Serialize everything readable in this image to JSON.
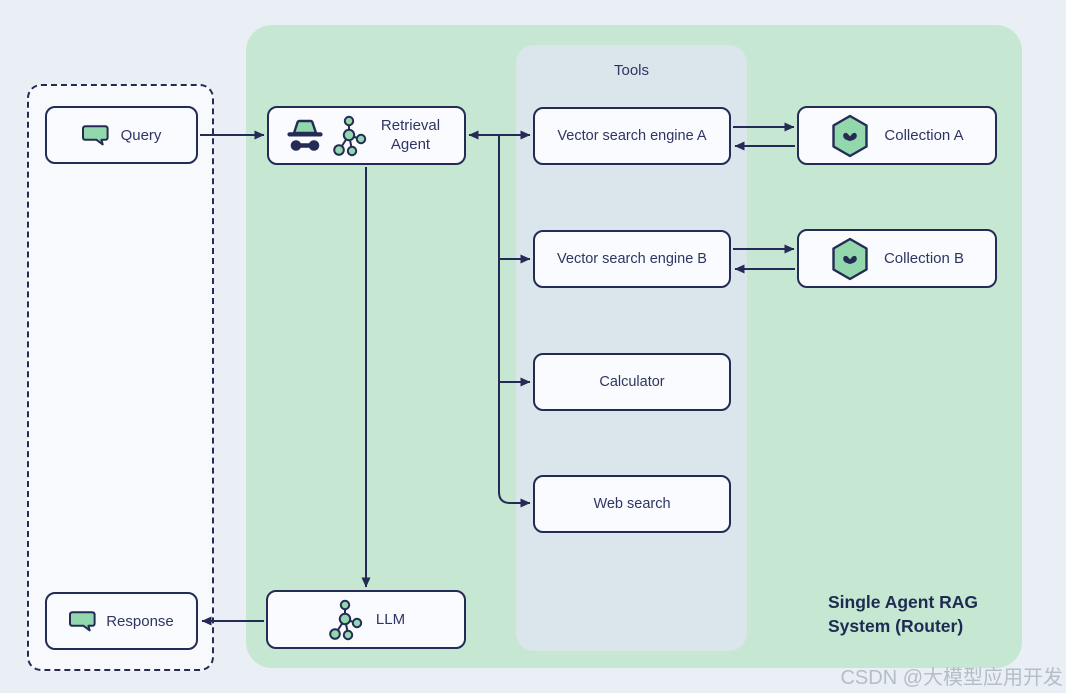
{
  "colors": {
    "background": "#e9eff4",
    "agent_panel_green": "#c6e7d2",
    "tools_panel_blue": "#dbe5ec",
    "node_fill": "#fafbfe",
    "outline_navy": "#242b55",
    "icon_green": "#92d8ac"
  },
  "user_lane": {
    "query_label": "Query",
    "response_label": "Response"
  },
  "agent": {
    "label": "Retrieval Agent"
  },
  "llm": {
    "label": "LLM"
  },
  "tools": {
    "title": "Tools",
    "items": [
      "Vector search engine A",
      "Vector search engine B",
      "Calculator",
      "Web search"
    ]
  },
  "collections": {
    "items": [
      "Collection A",
      "Collection B"
    ]
  },
  "caption": "Single Agent RAG System (Router)",
  "watermark": "CSDN @大模型应用开发"
}
